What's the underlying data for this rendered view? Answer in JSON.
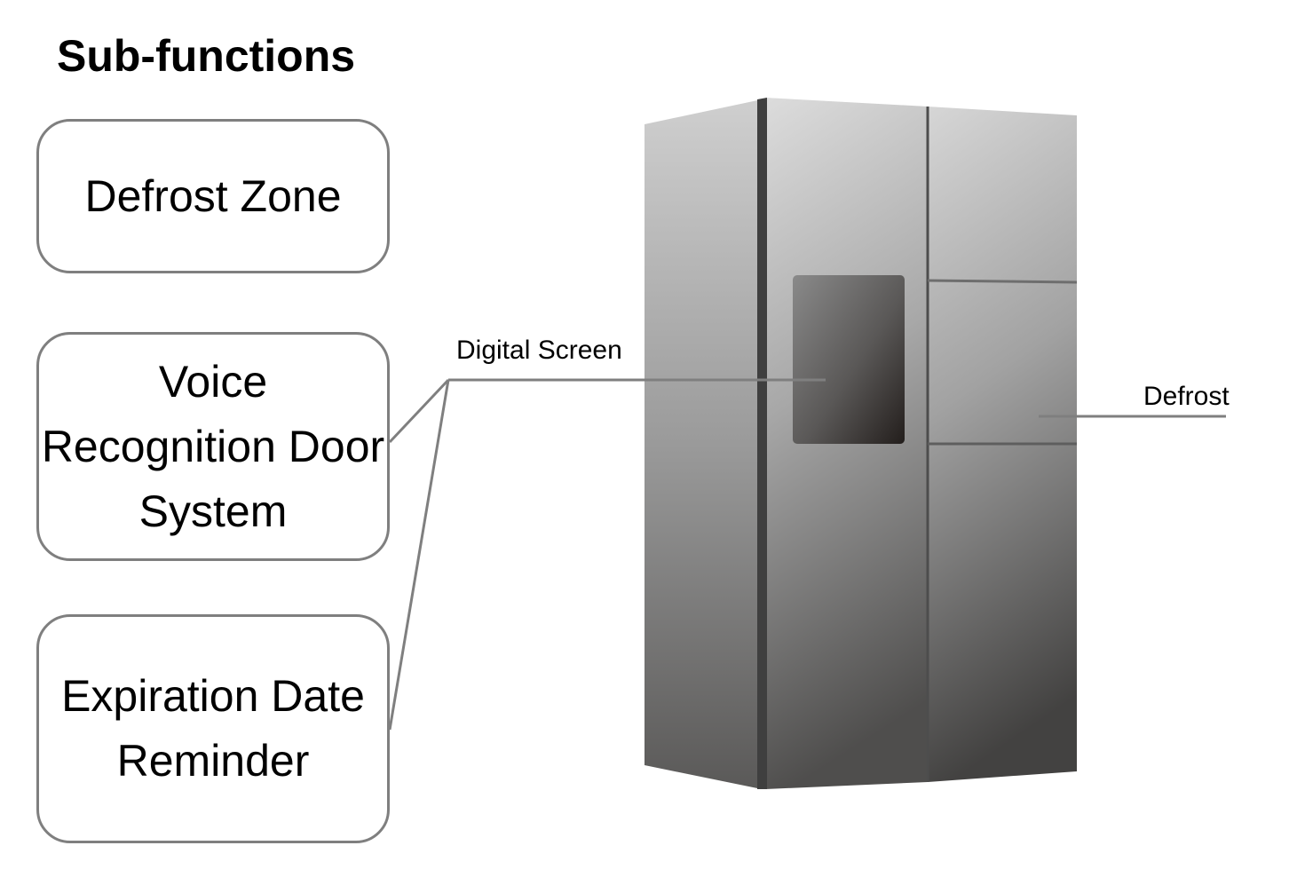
{
  "title": "Sub-functions",
  "sub_functions": [
    {
      "label": "Defrost Zone"
    },
    {
      "label": "Voice Recognition Door System"
    },
    {
      "label": "Expiration Date Reminder"
    }
  ],
  "callouts": {
    "digital_screen": "Digital Screen",
    "defrost": "Defrost"
  },
  "colors": {
    "box_border": "#7f7f7f",
    "connector_line": "#7f7f7f",
    "fridge_light": "#d8d8d8",
    "fridge_dark": "#3e3c3b",
    "screen_dark": "#2a2422"
  },
  "illustration": "side-by-side-refrigerator"
}
